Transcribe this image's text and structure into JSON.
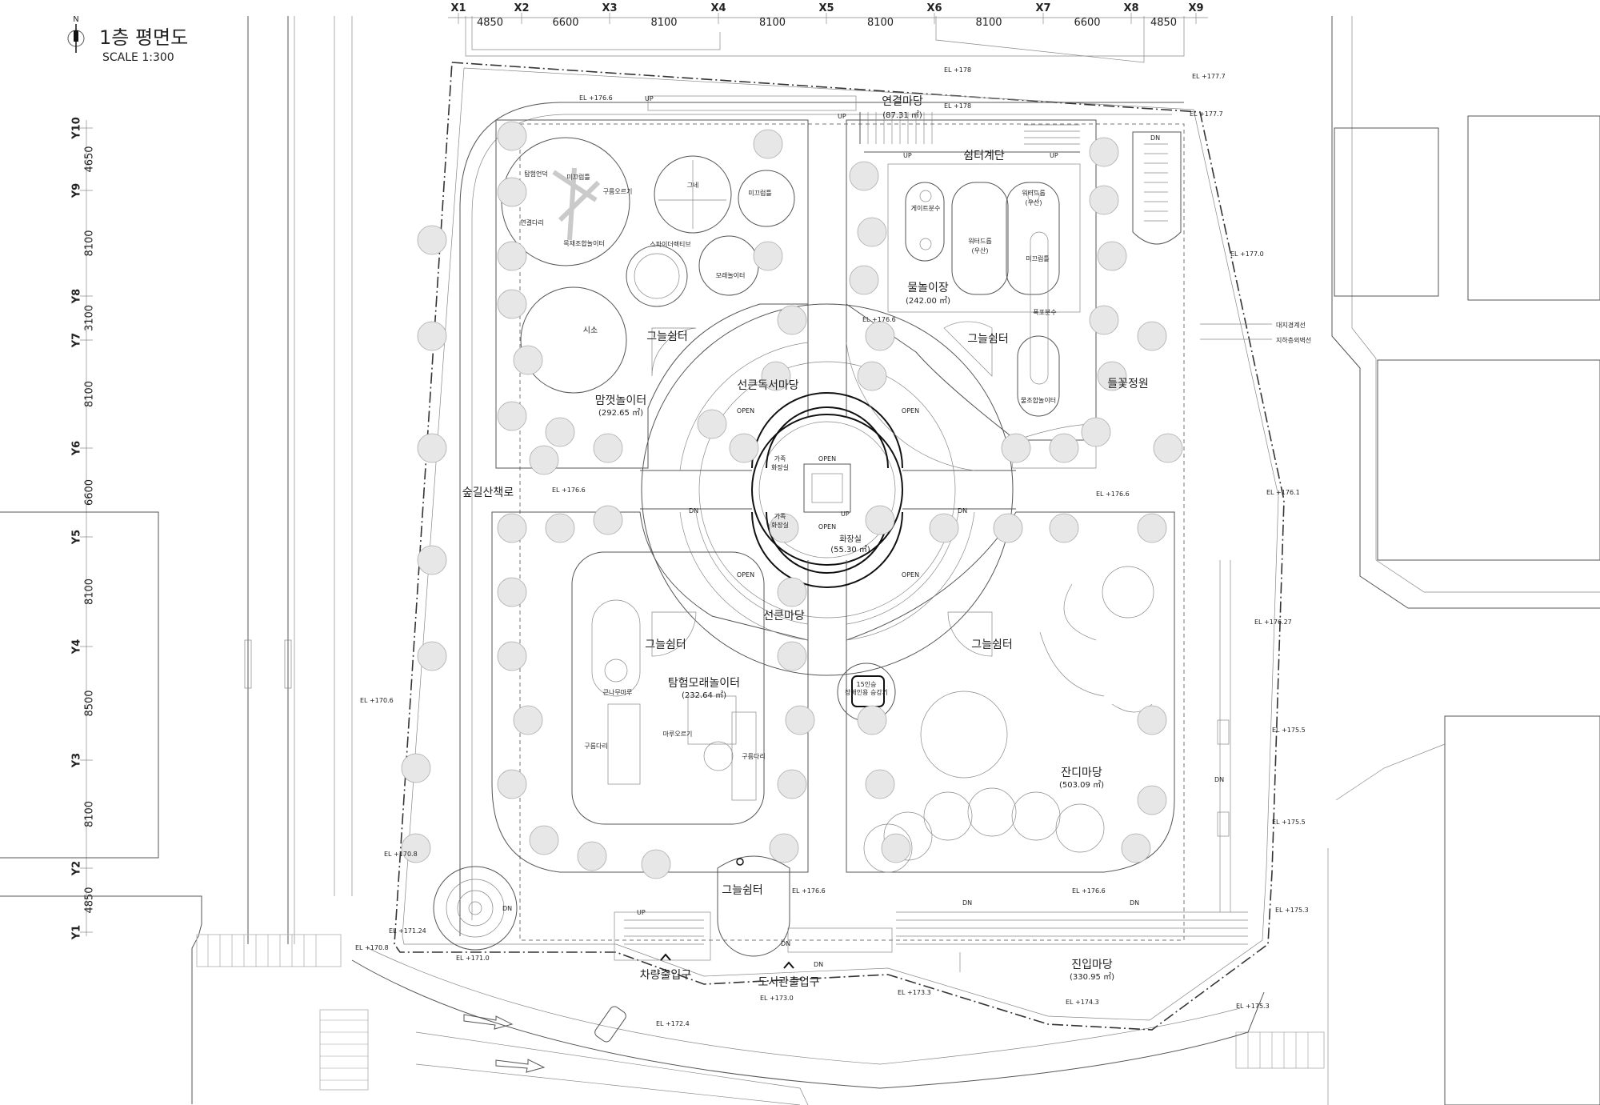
{
  "title": "1층 평면도",
  "scale": "SCALE 1:300",
  "north": "N",
  "axes_x": [
    "X1",
    "X2",
    "X3",
    "X4",
    "X5",
    "X6",
    "X7",
    "X8",
    "X9"
  ],
  "dims_x": [
    "4850",
    "6600",
    "8100",
    "8100",
    "8100",
    "8100",
    "6600",
    "4850"
  ],
  "axes_y": [
    "Y10",
    "Y9",
    "Y8",
    "Y7",
    "Y6",
    "Y5",
    "Y4",
    "Y3",
    "Y2",
    "Y1"
  ],
  "dims_y": [
    "4650",
    "8100",
    "3100",
    "8100",
    "6600",
    "8100",
    "8500",
    "8100",
    "4850"
  ],
  "spaces": {
    "connect_yard": "연결마당",
    "connect_yard_area": "(87.31 ㎡)",
    "shelter_stairs": "쉼터계단",
    "water_play": "물놀이장",
    "water_play_area": "(242.00 ㎡)",
    "gate_fountain": "게이트분수",
    "water_drum1": "워터드롭\n(우산)",
    "water_drum2": "워터드롭\n(우산)",
    "water_drum3": "워터드롭",
    "water_drum3b": "(우산)",
    "slide": "미끄럼틀",
    "waterfall": "폭포분수",
    "water_combo": "물조합놀이터",
    "shade1": "그늘쉼터",
    "shade2": "그늘쉼터",
    "shade3": "그늘쉼터",
    "shade4": "그늘쉼터",
    "shade5": "그늘쉼터",
    "reading_yard": "선큰독서마당",
    "sunken_yard": "선큰마당",
    "family_wc1": "가족",
    "family_wc1b": "화장실",
    "family_wc2": "가족",
    "family_wc2b": "화장실",
    "restroom": "화장실",
    "restroom_area": "(55.30 ㎡)",
    "open": "OPEN",
    "adventure": "탐험언덕",
    "slide2": "미끄럼틀",
    "cloud_ride": "구름오르기",
    "swing": "그네",
    "slide3": "미끄럼틀",
    "connect_bridge": "연결다리",
    "wood_combo": "목재조합놀이터",
    "spider": "스파이더렉티브",
    "sand_play": "모래놀이터",
    "seesaw": "시소",
    "barefoot": "맘껏놀이터",
    "barefoot_area": "(292.65 ㎡)",
    "forest_walk": "숲길산책로",
    "flower_garden": "들꽃정원",
    "big_tree": "큰나무마루",
    "adventure_sand": "탐험모래놀이터",
    "adventure_sand_area": "(232.64 ㎡)",
    "maru_climb": "마루오르기",
    "cloud_bridge": "구름다리",
    "cloud_bridge2": "구름다리",
    "lawn": "잔디마당",
    "lawn_area": "(503.09 ㎡)",
    "elevator": "15인승\n장애인용 승강기",
    "entry_yard": "진입마당",
    "entry_yard_area": "(330.95 ㎡)",
    "car_entry": "차량출입구",
    "library_entry": "도서관출입구",
    "site_line": "대지경계선",
    "underground_line": "지하층외벽선"
  },
  "levels": [
    "EL +176.6",
    "EL +178",
    "EL +177.7",
    "EL +178",
    "EL +177.7",
    "EL +177.0",
    "EL +176.6",
    "EL +176.6",
    "EL +176.1",
    "EL +176.27",
    "EL +175.5",
    "EL +175.5",
    "EL +175.3",
    "EL +175.3",
    "EL +174.3",
    "EL +173.3",
    "EL +173.0",
    "EL +172.4",
    "EL +171.0",
    "EL +170.8",
    "EL +171.24",
    "EL +170.8",
    "EL +170.6",
    "EL +176.6",
    "EL +176.6",
    "EL +176.6"
  ],
  "marks": {
    "up": "UP",
    "dn": "DN"
  }
}
